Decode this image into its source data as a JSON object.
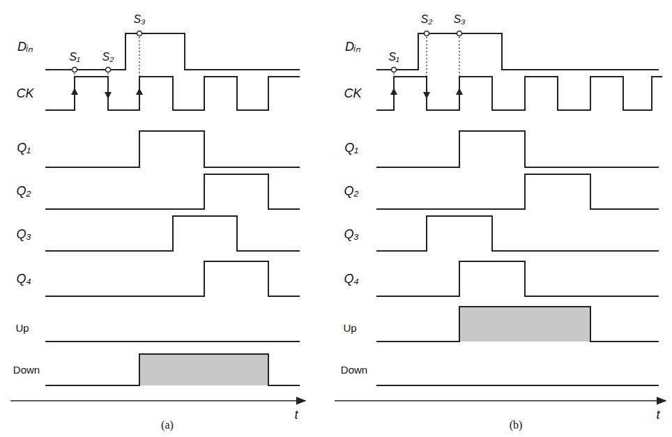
{
  "diagram": {
    "labels": [
      "Dᵢₙ",
      "S₁",
      "S₂",
      "S₃",
      "CK",
      "Q₁",
      "Q₂",
      "Q₃",
      "Q₄",
      "Up",
      "Down",
      "t",
      "(a)",
      "Dᵢₙ",
      "S₁",
      "S₂",
      "S₃",
      "CK",
      "Q₁",
      "Q₂",
      "Q₃",
      "Q₄",
      "Up",
      "Down",
      "t",
      "(b)"
    ]
  }
}
